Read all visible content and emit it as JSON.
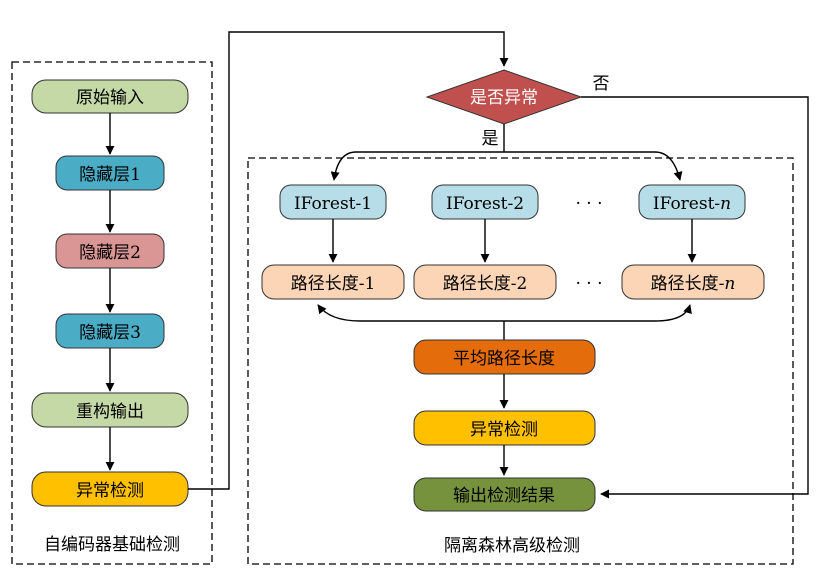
{
  "left_panel": {
    "caption": "自编码器基础检测",
    "nodes": {
      "input": "原始输入",
      "hidden1": "隐藏层1",
      "hidden2": "隐藏层2",
      "hidden3": "隐藏层3",
      "reconstruct": "重构输出",
      "detect": "异常检测"
    }
  },
  "decision": {
    "label": "是否异常",
    "yes": "是",
    "no": "否"
  },
  "right_panel": {
    "caption": "隔离森林高级检测",
    "forests": [
      "IForest-1",
      "IForest-2",
      "IForest-"
    ],
    "forest_last_suffix": "n",
    "paths": [
      "路径长度-1",
      "路径长度-2",
      "路径长度-"
    ],
    "path_last_suffix": "n",
    "ellipsis": "· · ·",
    "avg_path": "平均路径长度",
    "detect": "异常检测",
    "output": "输出检测结果"
  },
  "colors": {
    "green_light": "#c5d9a6",
    "blue": "#4bacc6",
    "rose": "#d99694",
    "orange": "#ffc000",
    "light_blue": "#b7dde8",
    "peach": "#fbd5b5",
    "dark_orange": "#e46c0a",
    "dark_green": "#76923c",
    "red": "#c0504d"
  }
}
